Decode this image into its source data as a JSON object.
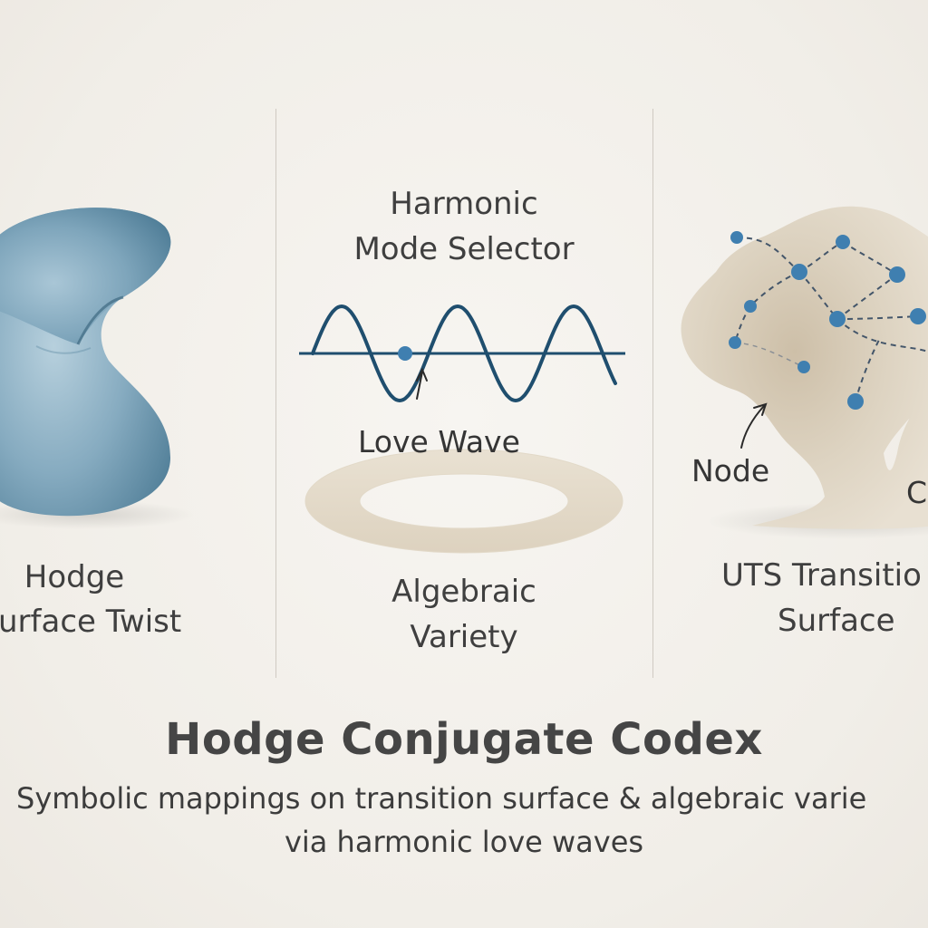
{
  "panels": [
    {
      "id": "left",
      "label_line1": "Hodge",
      "label_line2": "urface Twist"
    },
    {
      "id": "middle",
      "heading_line1": "Harmonic",
      "heading_line2": "Mode Selector",
      "wave_label": "Love Wave",
      "label_line1": "Algebraic",
      "label_line2": "Variety"
    },
    {
      "id": "right",
      "node_label": "Node",
      "cut_label": "C",
      "label_line1": "UTS Transitio",
      "label_line2": "Surface"
    }
  ],
  "title": "Hodge Conjugate Codex",
  "subtitle_line1": "Symbolic mappings on transition surface & algebraic varie",
  "subtitle_line2": "via harmonic love waves",
  "colors": {
    "background": "#f4f1ec",
    "surface_blue": "#6f98b0",
    "wave_navy": "#1f4e6e",
    "node_blue": "#3f7fb0",
    "beige_surface": "#ddd2bf",
    "divider": "#cfcac2"
  }
}
